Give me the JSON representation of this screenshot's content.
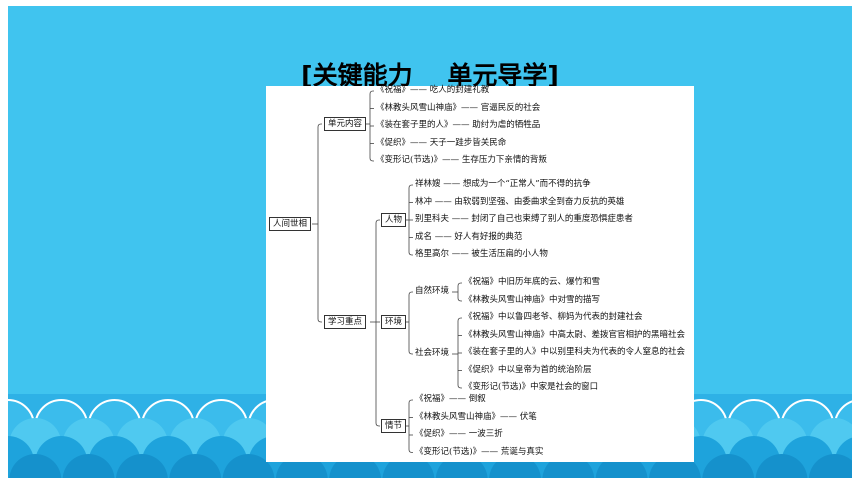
{
  "title": "[关键能力    单元导学]",
  "diagram": {
    "root": "人间世相",
    "branches": [
      {
        "label": "单元内容",
        "items": [
          {
            "text": "《祝福》—— 吃人的封建礼教"
          },
          {
            "text": "《林教头风雪山神庙》—— 官逼民反的社会"
          },
          {
            "text": "《装在套子里的人》—— 助纣为虐的牺牲品"
          },
          {
            "text": "《促织》—— 天子一跬步皆关民命"
          },
          {
            "text": "《变形记(节选)》—— 生存压力下亲情的背叛"
          }
        ]
      },
      {
        "label": "学习重点",
        "groups": [
          {
            "label": "人物",
            "items": [
              {
                "text": "祥林嫂 —— 想成为一个“正常人”而不得的抗争"
              },
              {
                "text": "林冲 —— 由软弱到坚强、由委曲求全到奋力反抗的英雄"
              },
              {
                "text": "别里科夫 —— 封闭了自己也束缚了别人的重度恐惧症患者"
              },
              {
                "text": "成名 —— 好人有好报的典范"
              },
              {
                "text": "格里高尔 —— 被生活压扁的小人物"
              }
            ]
          },
          {
            "label": "环境",
            "subgroups": [
              {
                "label": "自然环境",
                "items": [
                  {
                    "text": "《祝福》中旧历年底的云、爆竹和雪"
                  },
                  {
                    "text": "《林教头风雪山神庙》中对雪的描写"
                  }
                ]
              },
              {
                "label": "社会环境",
                "items": [
                  {
                    "text": "《祝福》中以鲁四老爷、柳妈为代表的封建社会"
                  },
                  {
                    "text": "《林教头风雪山神庙》中高太尉、差拨官官相护的黑暗社会"
                  },
                  {
                    "text": "《装在套子里的人》中以别里科夫为代表的令人窒息的社会"
                  },
                  {
                    "text": "《促织》中以皇帝为首的统治阶层"
                  },
                  {
                    "text": "《变形记(节选)》中家是社会的窗口"
                  }
                ]
              }
            ]
          },
          {
            "label": "情节",
            "items": [
              {
                "text": "《祝福》—— 倒叙"
              },
              {
                "text": "《林教头风雪山神庙》—— 伏笔"
              },
              {
                "text": "《促织》—— 一波三折"
              },
              {
                "text": "《变形记(节选)》—— 荒诞与真实"
              }
            ]
          }
        ]
      }
    ]
  }
}
